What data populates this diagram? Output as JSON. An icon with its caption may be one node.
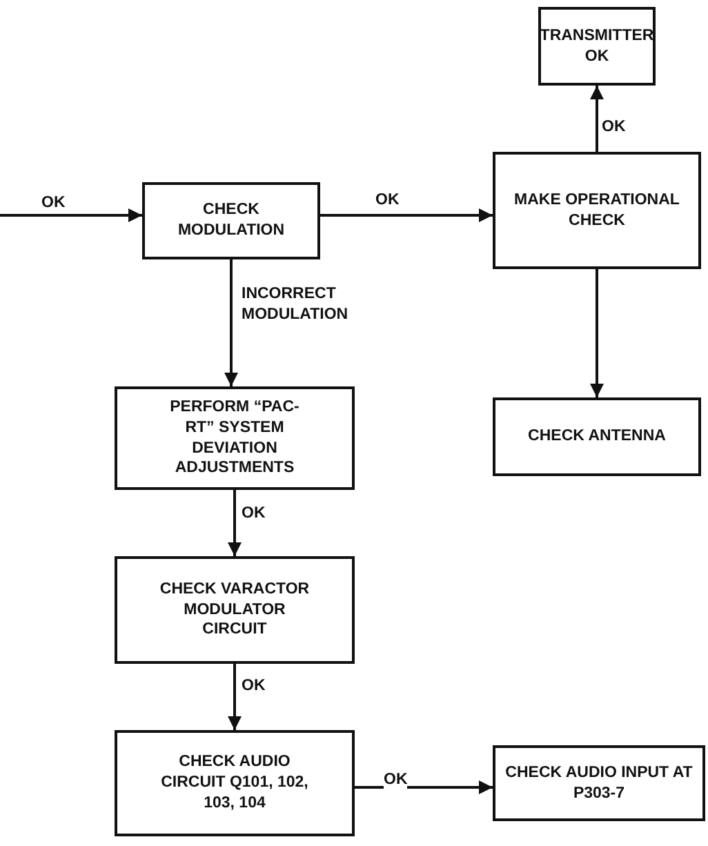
{
  "diagram": {
    "nodes": [
      {
        "text": [
          "CHECK MODULATION"
        ]
      },
      {
        "text": [
          "MAKE OPERATIONAL CHECK"
        ]
      },
      {
        "text": [
          "TRANSMITTER OK"
        ]
      },
      {
        "text": [
          "CHECK ANTENNA"
        ]
      },
      {
        "text": [
          "PERFORM “PAC-RT” SYSTEM DEVIATION ADJUSTMENTS"
        ]
      },
      {
        "text": [
          "CHECK VARACTOR MODULATOR CIRCUIT"
        ]
      },
      {
        "text": [
          "CHECK AUDIO CIRCUIT Q101, 102, 103, 104"
        ]
      },
      {
        "text": [
          "CHECK AUDIO INPUT AT P303-7"
        ]
      }
    ],
    "edges": [
      {
        "from": null,
        "to": 0,
        "arrow": "to",
        "label": "OK"
      },
      {
        "from": 0,
        "to": 1,
        "arrow": "to",
        "label": "OK"
      },
      {
        "from": 1,
        "to": 2,
        "arrow": "to",
        "label": "OK"
      },
      {
        "from": 1,
        "to": 3,
        "arrow": "to"
      },
      {
        "from": 0,
        "to": 4,
        "arrow": "to",
        "label": "INCORRECT MODULATION"
      },
      {
        "from": 4,
        "to": 5,
        "arrow": "to",
        "label": "OK"
      },
      {
        "from": 5,
        "to": 6,
        "arrow": "to",
        "label": "OK"
      },
      {
        "from": 6,
        "to": 7,
        "arrow": "to",
        "label": "OK"
      }
    ]
  }
}
